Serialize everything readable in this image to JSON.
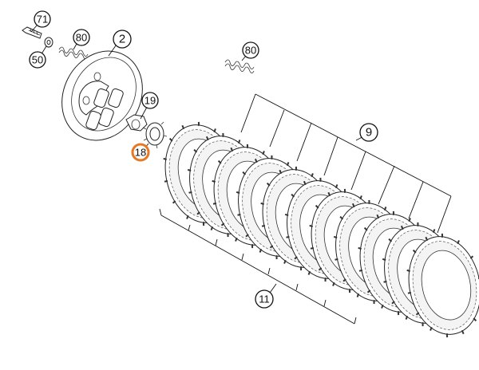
{
  "callouts": [
    {
      "id": "71",
      "label": "71",
      "highlight": false
    },
    {
      "id": "80a",
      "label": "80",
      "highlight": false
    },
    {
      "id": "2",
      "label": "2",
      "highlight": false
    },
    {
      "id": "50",
      "label": "50",
      "highlight": false
    },
    {
      "id": "80b",
      "label": "80",
      "highlight": false
    },
    {
      "id": "19",
      "label": "19",
      "highlight": false
    },
    {
      "id": "9",
      "label": "9",
      "highlight": false
    },
    {
      "id": "18",
      "label": "18",
      "highlight": true
    },
    {
      "id": "11",
      "label": "11",
      "highlight": false
    }
  ],
  "colors": {
    "highlight": "#e87722",
    "line": "#111111",
    "background": "#ffffff"
  }
}
